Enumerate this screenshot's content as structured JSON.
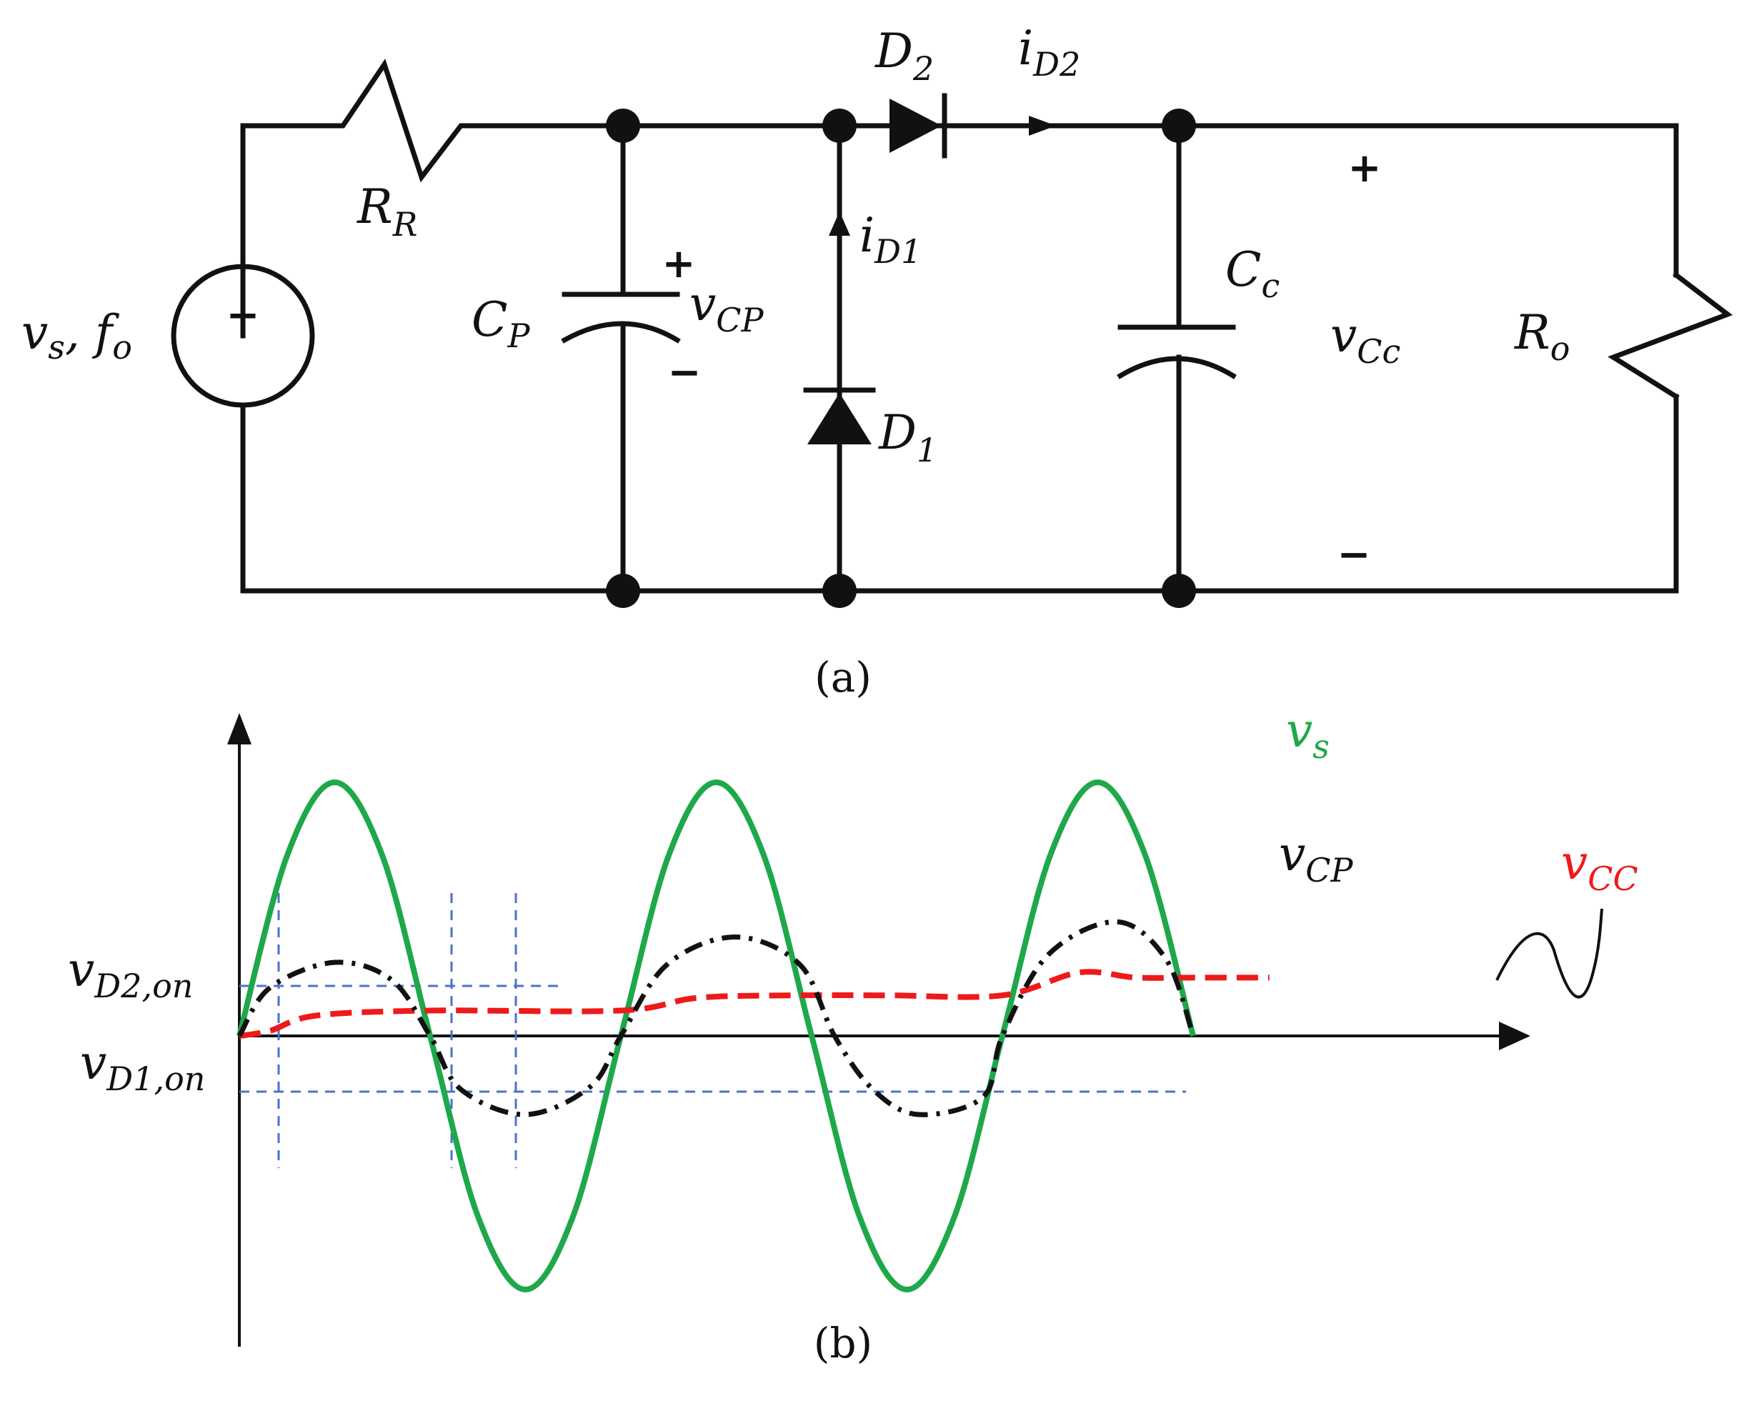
{
  "circuit": {
    "source_label": {
      "main": "v",
      "sub1": "s",
      "sep": ", f",
      "sub2": "o"
    },
    "source_sign": "+",
    "rr_label": {
      "main": "R",
      "sub": "R"
    },
    "cp_label": {
      "main": "C",
      "sub": "P"
    },
    "vcp_label": {
      "main": "v",
      "sub": "CP"
    },
    "vcp_plus": "+",
    "vcp_minus": "−",
    "id1_label": {
      "main": "i",
      "sub": "D1"
    },
    "d1_label": {
      "main": "D",
      "sub": "1"
    },
    "d2_label": {
      "main": "D",
      "sub": "2"
    },
    "id2_label": {
      "main": "i",
      "sub": "D2"
    },
    "cc_label": {
      "main": "C",
      "sub": "c"
    },
    "vcc_label": {
      "main": "v",
      "sub": "Cc"
    },
    "vcc_plus": "+",
    "vcc_minus": "−",
    "ro_label": {
      "main": "R",
      "sub": "o"
    },
    "caption": "(a)"
  },
  "waveform": {
    "caption": "(b)",
    "legend_vs": {
      "main": "v",
      "sub": "s"
    },
    "legend_vcp": {
      "main": "v",
      "sub": "CP"
    },
    "legend_vcc": {
      "main": "v",
      "sub": "CC"
    },
    "vd2_label": {
      "main": "v",
      "sub": "D2,on"
    },
    "vd1_label": {
      "main": "v",
      "sub": "D1,on"
    },
    "colors": {
      "vs": "#1fa84a",
      "vcp": "#111111",
      "vcc": "#ee1a1a",
      "guides": "#4a72d0"
    }
  },
  "chart_data": {
    "type": "line",
    "title": "",
    "xlabel": "",
    "ylabel": "",
    "xlim": [
      0,
      2.5
    ],
    "ylim": [
      -1.2,
      1.2
    ],
    "grid": false,
    "reference_levels": [
      {
        "name": "v_D2,on",
        "y": 0.19
      },
      {
        "name": "v_D1,on",
        "y": -0.21
      }
    ],
    "series": [
      {
        "name": "v_s",
        "x": [
          0,
          0.125,
          0.25,
          0.375,
          0.5,
          0.625,
          0.75,
          0.875,
          1.0,
          1.125,
          1.25,
          1.375,
          1.5,
          1.625,
          1.75,
          1.875,
          2.0,
          2.125,
          2.25,
          2.375,
          2.5
        ],
        "y": [
          0,
          0.71,
          1.0,
          0.71,
          0,
          -0.71,
          -1.0,
          -0.71,
          0,
          0.71,
          1.0,
          0.71,
          0,
          -0.71,
          -1.0,
          -0.71,
          0,
          0.71,
          1.0,
          0.71,
          0
        ]
      },
      {
        "name": "v_CP",
        "x": [
          0,
          0.08,
          0.25,
          0.4,
          0.5,
          0.58,
          0.75,
          0.92,
          1.0,
          1.12,
          1.3,
          1.47,
          1.56,
          1.66,
          1.78,
          1.95,
          2.0,
          2.12,
          2.3,
          2.43,
          2.5
        ],
        "y": [
          0,
          0.19,
          0.29,
          0.22,
          0,
          -0.21,
          -0.31,
          -0.2,
          0,
          0.28,
          0.39,
          0.28,
          0,
          -0.21,
          -0.31,
          -0.24,
          0,
          0.32,
          0.45,
          0.3,
          0
        ]
      },
      {
        "name": "v_CC",
        "x": [
          0,
          0.08,
          0.2,
          0.5,
          1.0,
          1.2,
          1.45,
          1.7,
          2.0,
          2.2,
          2.35,
          2.5,
          2.7
        ],
        "y": [
          0,
          0.02,
          0.08,
          0.1,
          0.1,
          0.15,
          0.16,
          0.16,
          0.16,
          0.25,
          0.23,
          0.23,
          0.23
        ]
      }
    ]
  }
}
